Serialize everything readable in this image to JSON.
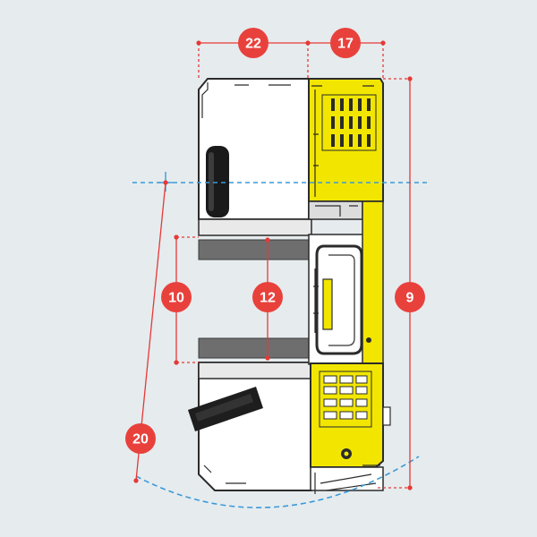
{
  "colors": {
    "background": "#e6ebee",
    "dimension": "#e53935",
    "badge": "#e8413c",
    "badge_text": "#ffffff",
    "radius_arc": "#3a9ad9",
    "machine_yellow": "#f2e600",
    "machine_outline": "#2b2b2b",
    "fork": "#6e6e6e"
  },
  "dimensions": {
    "top_left": "22",
    "top_right": "17",
    "inner_height": "10",
    "fork_length": "12",
    "overall_length": "9",
    "turning_radius": "20"
  },
  "icons": {
    "wheel": "drive-wheel-icon",
    "cross": "center-cross-icon"
  }
}
